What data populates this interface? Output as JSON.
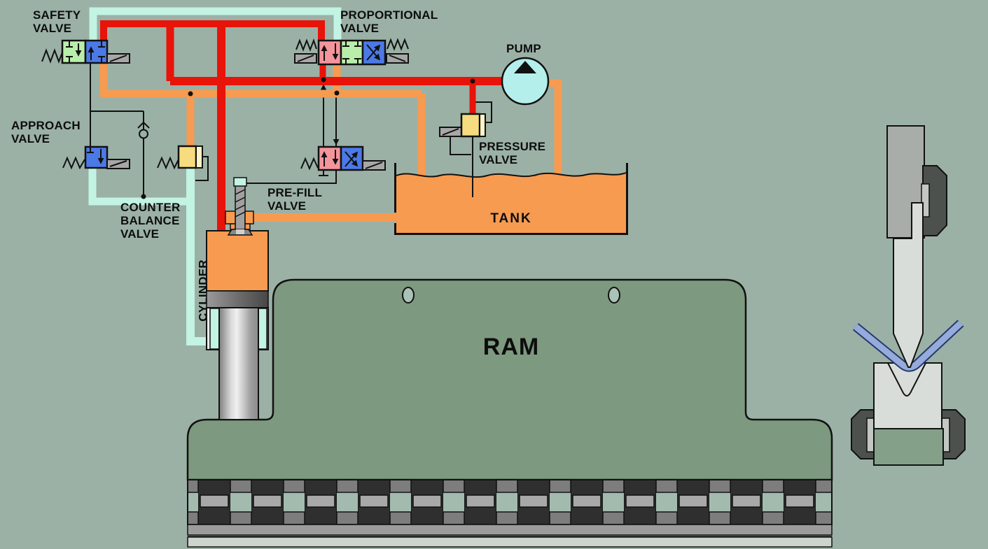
{
  "labels": {
    "safety_valve": "SAFETY\nVALVE",
    "proportional_valve": "PROPORTIONAL\nVALVE",
    "pump": "PUMP",
    "approach_valve": "APPROACH\nVALVE",
    "counter_balance_valve": "COUNTER\nBALANCE\nVALVE",
    "pre_fill_valve": "PRE-FILL\nVALVE",
    "pressure_valve": "PRESSURE\nVALVE",
    "tank": "TANK",
    "cylinder": "CYLINDER",
    "ram": "RAM"
  },
  "colors": {
    "background": "#9bb1a6",
    "ram": "#7d997f",
    "red": "#e81309",
    "orange": "#f79b50",
    "mint": "#c2f3e3",
    "pump": "#b5efeb",
    "valve_green": "#b9eeaa",
    "valve_blue": "#4b79e6",
    "valve_pink": "#f4949c",
    "valve_yellow": "#f6dc7e",
    "valve_yellow_light": "#fdf3c4",
    "solenoid_gray": "#a7a7a7",
    "line": "#111111",
    "tooling_gray": "#d9ddd9",
    "holder_gray": "#a9ada9",
    "clamp_dark": "#4c514d",
    "clamp_slot": "#c3c7c3",
    "sheet_blue": "#96abdc",
    "sheet_outline": "#233a6b",
    "die_base_green": "#85a089",
    "teeth_dark": "#2f2f2f",
    "teeth_gray": "#7d7d7d",
    "teeth_bar": "#a8a8a8",
    "teeth_gap": "#a2bbae",
    "bar_mid": "#9c9c9c",
    "bar_dark": "#3f3f3f",
    "bar_light": "#cdd3cd",
    "cyl_wall": "#e9e9e9",
    "hole_fill": "#a9c3b6"
  }
}
